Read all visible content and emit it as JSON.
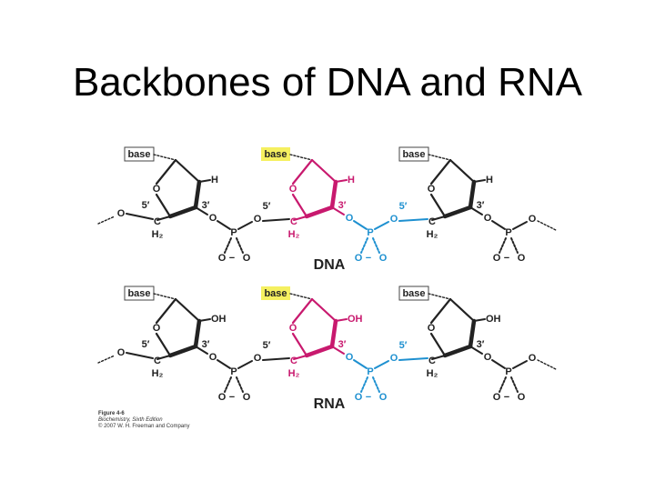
{
  "title": "Backbones of DNA and RNA",
  "base_label": "base",
  "prime_5": "5′",
  "prime_3": "3′",
  "oxygen": "O",
  "carbon": "C",
  "phosphorus": "P",
  "h2": "H₂",
  "minus": "−",
  "dna": {
    "label": "DNA",
    "substituent": "H"
  },
  "rna": {
    "label": "RNA",
    "substituent": "OH"
  },
  "colors": {
    "black": "#222222",
    "highlight": "#c8196e",
    "phosphate": "#1e90d0",
    "base_box": "#f5f060"
  },
  "caption": {
    "figure": "Figure 4-6",
    "book": "Biochemistry, Sixth Edition",
    "copyright": "© 2007 W. H. Freeman and Company"
  }
}
